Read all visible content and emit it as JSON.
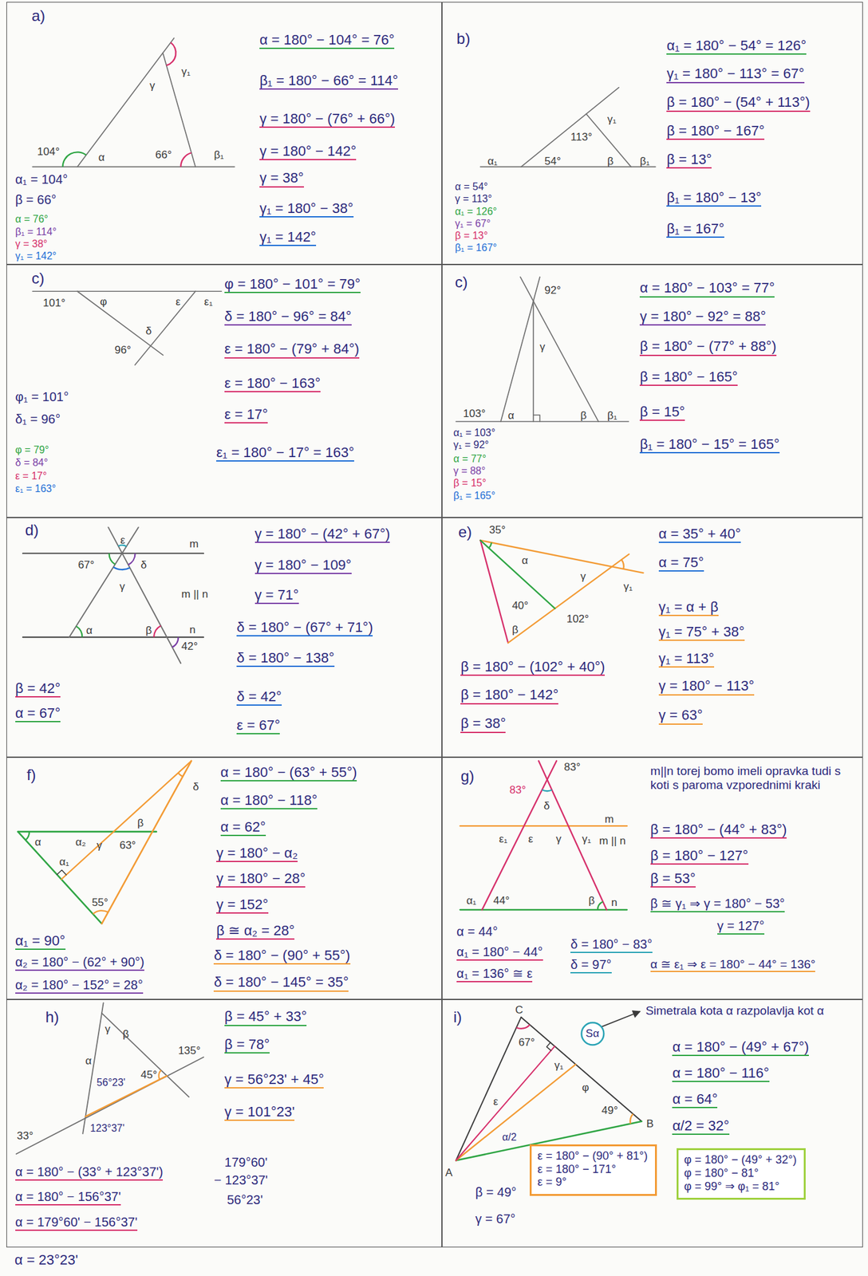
{
  "diagram": {
    "nodes": [
      {
        "text": [
          "a)",
          "γ₁",
          "γ",
          "104°",
          "α",
          "66°",
          "β₁",
          "α₁ = 104°",
          "β = 66°",
          "α = 76°",
          "β₁ = 114°",
          "γ = 38°",
          "γ₁ = 142°",
          "α = 180° − 104° = 76°",
          "β₁ = 180° − 66° = 114°",
          "γ = 180° − (76° + 66°)",
          "γ = 180° − 142°",
          "γ = 38°",
          "γ₁ = 180° − 38°",
          "γ₁ = 142°"
        ]
      },
      {
        "text": [
          "b)",
          "γ₁",
          "113°",
          "α₁",
          "54°",
          "β",
          "β₁",
          "α = 54°",
          "γ = 113°",
          "α₁ = 126°",
          "γ₁ = 67°",
          "β = 13°",
          "β₁ = 167°",
          "α₁ = 180° − 54° = 126°",
          "γ₁ = 180° − 113° = 67°",
          "β = 180° − (54° + 113°)",
          "β = 180° − 167°",
          "β = 13°",
          "β₁ = 180° − 13°",
          "β₁ = 167°"
        ]
      },
      {
        "text": [
          "c)",
          "101°",
          "φ",
          "ε",
          "ε₁",
          "δ",
          "96°",
          "φ₁ = 101°",
          "δ₁ = 96°",
          "φ = 79°",
          "δ = 84°",
          "ε = 17°",
          "ε₁ = 163°",
          "φ = 180° − 101° = 79°",
          "δ = 180° − 96° = 84°",
          "ε = 180° − (79° + 84°)",
          "ε = 180° − 163°",
          "ε = 17°",
          "ε₁ = 180° − 17° = 163°"
        ]
      },
      {
        "text": [
          "c)",
          "92°",
          "γ",
          "103°",
          "α",
          "β",
          "β₁",
          "α₁ = 103°",
          "γ₁ = 92°",
          "α = 77°",
          "γ = 88°",
          "β = 15°",
          "β₁ = 165°",
          "α = 180° − 103° = 77°",
          "γ = 180° − 92° = 88°",
          "β = 180° − (77° + 88°)",
          "β = 180° − 165°",
          "β = 15°",
          "β₁ = 180° − 15° = 165°"
        ]
      },
      {
        "text": [
          "d)",
          "ε",
          "67°",
          "δ",
          "γ",
          "m",
          "m || n",
          "α",
          "β",
          "n",
          "42°",
          "β = 42°",
          "α = 67°",
          "γ = 180° − (42° + 67°)",
          "γ = 180° − 109°",
          "γ = 71°",
          "δ = 180° − (67° + 71°)",
          "δ = 180° − 138°",
          "δ = 42°",
          "ε = 67°"
        ]
      },
      {
        "text": [
          "e)",
          "35°",
          "α",
          "γ₁",
          "γ",
          "40°",
          "102°",
          "β",
          "β = 180° − (102° + 40°)",
          "β = 180° − 142°",
          "β = 38°",
          "α = 35° + 40°",
          "α = 75°",
          "γ₁ = α + β",
          "γ₁ = 75° + 38°",
          "γ₁ = 113°",
          "γ = 180° − 113°",
          "γ = 63°"
        ]
      },
      {
        "text": [
          "f)",
          "δ",
          "β",
          "α",
          "α₂",
          "γ",
          "63°",
          "α₁",
          "55°",
          "α₁ = 90°",
          "α₂ = 180° − (62° + 90°)",
          "α₂ = 180° − 152° = 28°",
          "α = 180° − (63° + 55°)",
          "α = 180° − 118°",
          "α = 62°",
          "γ = 180° − α₂",
          "γ = 180° − 28°",
          "γ = 152°",
          "β ≅ α₂ = 28°",
          "δ = 180° − (90° + 55°)",
          "δ = 180° − 145° = 35°"
        ]
      },
      {
        "text": [
          "g)",
          "83°",
          "83°",
          "δ",
          "m",
          "ε₁",
          "ε",
          "γ",
          "γ₁",
          "m || n",
          "α₁",
          "44°",
          "β",
          "n",
          "m||n torej bomo imeli opravka tudi s koti s paroma vzporednimi kraki",
          "β = 180° − (44° + 83°)",
          "β = 180° − 127°",
          "β = 53°",
          "β ≅ γ₁ ⇒ γ = 180° − 53°",
          "γ = 127°",
          "α ≅ ε₁ ⇒ ε = 180° − 44° = 136°",
          "α = 44°",
          "α₁ = 180° − 44°",
          "α₁ = 136° ≅ ε",
          "δ = 180° − 83°",
          "δ = 97°"
        ]
      },
      {
        "text": [
          "h)",
          "γ",
          "β",
          "α",
          "135°",
          "45°",
          "56°23'",
          "123°37'",
          "33°",
          "β = 45° + 33°",
          "β = 78°",
          "γ = 56°23' + 45°",
          "γ = 101°23'",
          "179°60'",
          "− 123°37'",
          "56°23'",
          "α = 180° − (33° + 123°37')",
          "α = 180° − 156°37'",
          "α = 179°60' − 156°37'"
        ]
      },
      {
        "text": [
          "i)",
          "C",
          "67°",
          "γ₁",
          "φ",
          "ε",
          "49°",
          "B",
          "α/2",
          "A",
          "Simetrala kota α razpolavlja kot α",
          "α = 180° − (49° + 67°)",
          "α = 180° − 116°",
          "α = 64°",
          "α/2 = 32°",
          "β = 49°",
          "γ = 67°"
        ]
      },
      {
        "text": [
          "Sα"
        ],
        "in": 9
      },
      {
        "text": [
          "ε = 180° − (90° + 81°)",
          "ε = 180° − 171°",
          "ε = 9°"
        ],
        "in": 9
      },
      {
        "text": [
          "φ = 180° − (49° + 32°)",
          "φ = 180° − 81°",
          "φ = 99° ⇒ φ₁ = 81°"
        ],
        "in": 9
      }
    ],
    "labels": [
      "α = 23°23'"
    ]
  }
}
